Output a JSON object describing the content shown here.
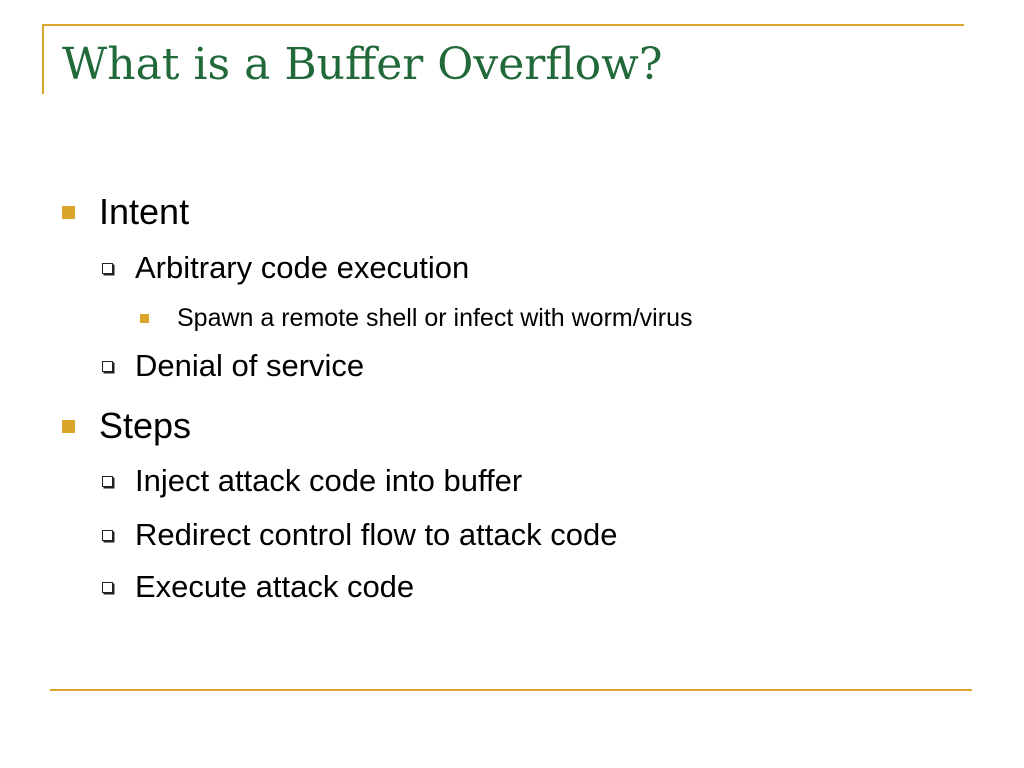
{
  "slide": {
    "title": "What is a Buffer Overflow?",
    "bullets": [
      {
        "level": 1,
        "text": "Intent"
      },
      {
        "level": 2,
        "text": "Arbitrary code execution"
      },
      {
        "level": 3,
        "text": "Spawn a remote shell or infect with worm/virus"
      },
      {
        "level": 2,
        "text": "Denial of service"
      },
      {
        "level": 1,
        "text": "Steps"
      },
      {
        "level": 2,
        "text": "Inject attack code into buffer"
      },
      {
        "level": 2,
        "text": "Redirect control flow to attack code"
      },
      {
        "level": 2,
        "text": "Execute attack code"
      }
    ]
  },
  "colors": {
    "title": "#22693a",
    "accent": "#d9a62a",
    "text": "#000000"
  },
  "icons": {
    "level1": "filled-square-bullet-icon",
    "level2": "hollow-square-bullet-icon",
    "level3": "filled-square-bullet-icon"
  }
}
